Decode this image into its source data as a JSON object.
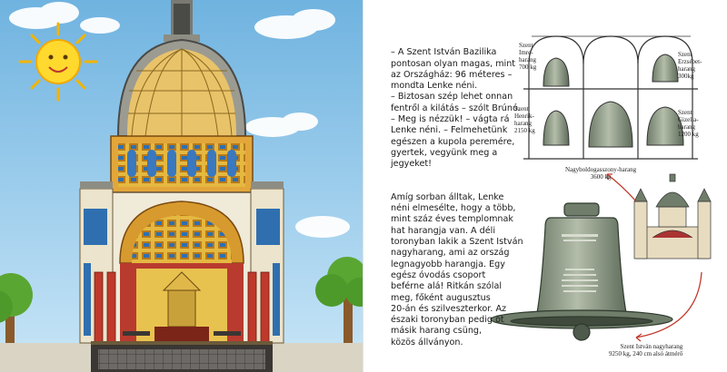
{
  "story": {
    "paragraph1": "– A Szent István Bazilika\npontosan olyan magas, mint\naz Országház: 96 méteres –\nmondta Lenke néni.\n– Biztosan szép lehet onnan\nfentről a kilátás – szólt Brúnó.\n– Meg is nézzük! – vágta rá\nLenke néni. – Felmehetünk\negészen a kupola peremére,\ngyertek, vegyünk meg a\njegyeket!",
    "paragraph2": "Amíg sorban álltak, Lenke\nnéni elmesélte, hogy a több,\nmint száz éves templomnak\nhat harangja van. A déli\ntoronyban lakik a Szent István\nnagyharang, ami az ország\nlegnagyobb harangja. Egy\negész óvodás csoport\nbeférne alá! Ritkán szólal\nmeg, főként augusztus\n20-án és szilveszterkor. Az\nészaki toronyban pedig öt\nmásik harang csüng,\nközös állványon."
  },
  "bells": {
    "imre": "Szent\nImre-\nharang\n700 kg",
    "erzsebet": "Szent\nErzsébet-\nharang\n300kg",
    "henrik": "Szent\nHenrik-\nharang\n2150 kg",
    "gizella": "Szent\nGizella-\nharang\n1200 kg",
    "nagyboldogasszony": "Nagyboldogasszony-harang\n3600 kg",
    "nagyharang": "Szent István nagyharang\n9250 kg, 240 cm alsó átmérő"
  }
}
